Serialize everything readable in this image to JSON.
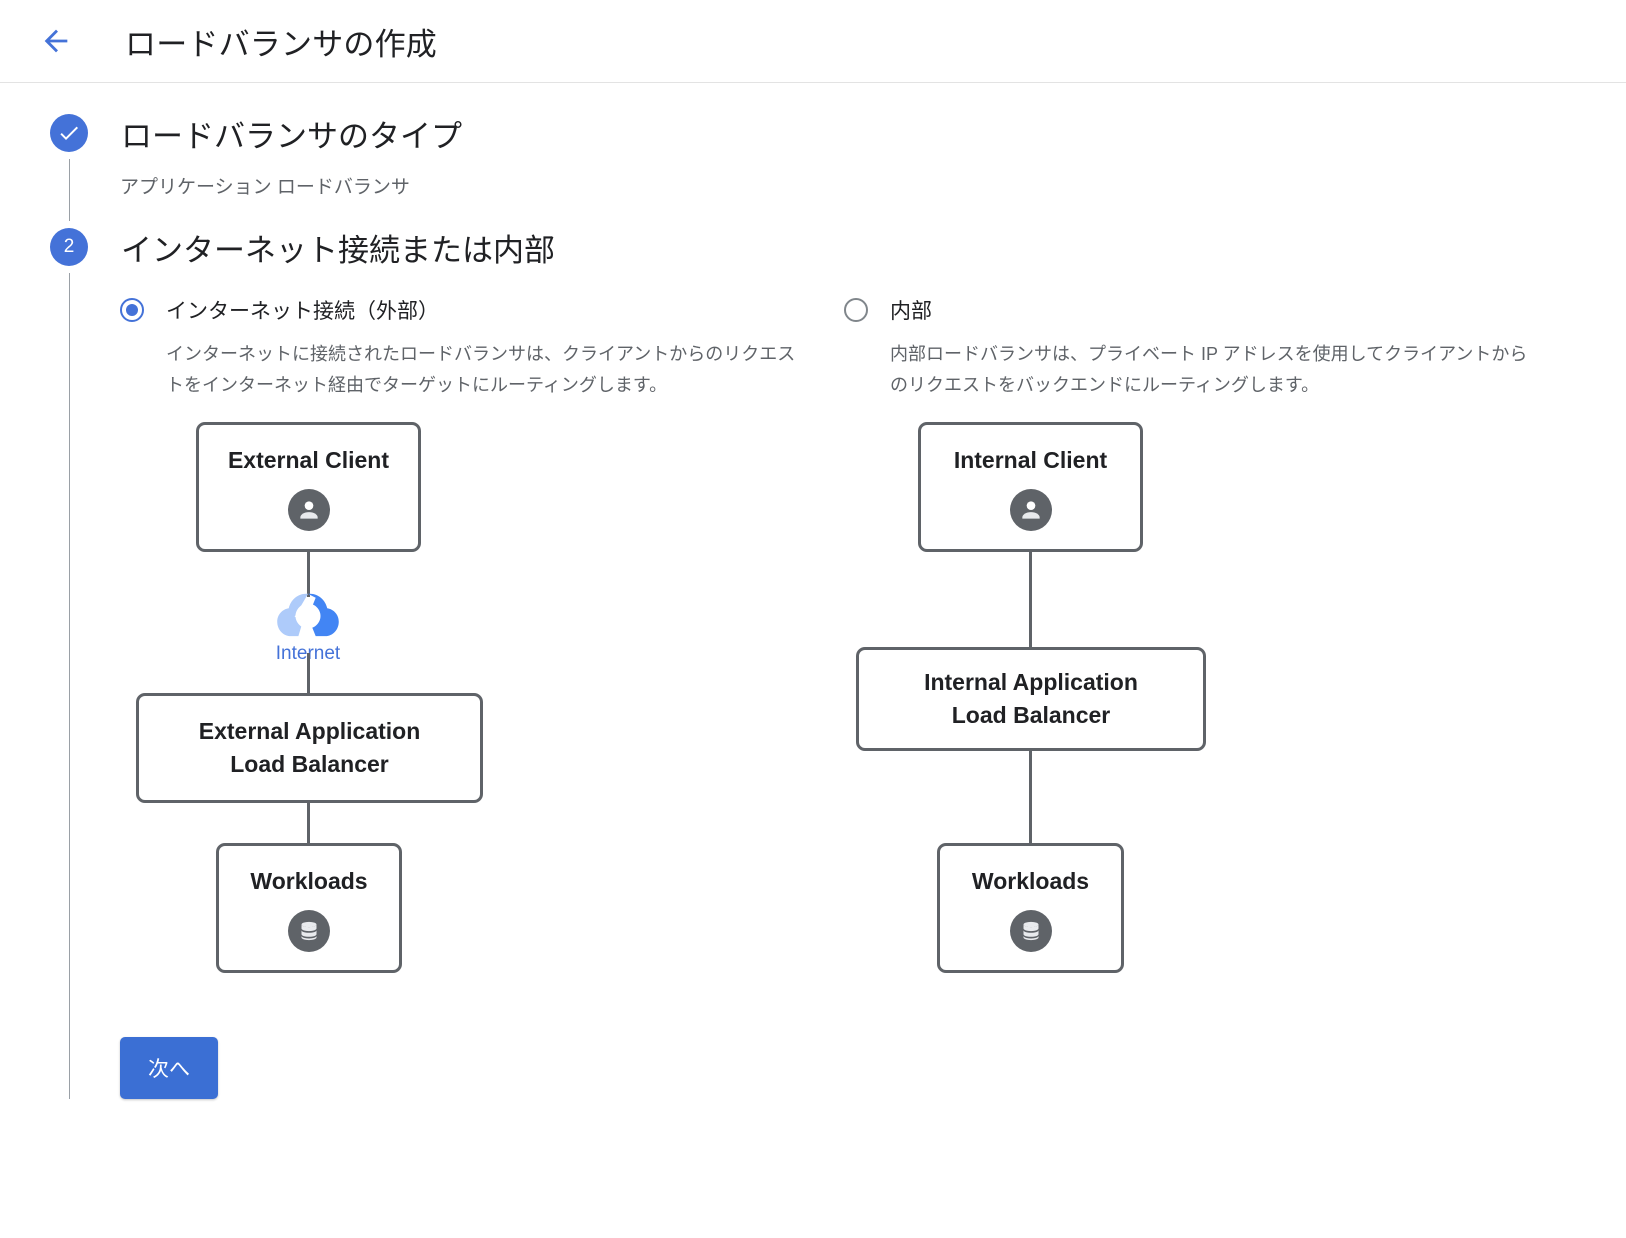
{
  "header": {
    "back_icon": "arrow-left-icon",
    "title": "ロードバランサの作成"
  },
  "steps": [
    {
      "marker": "check-icon",
      "state": "complete",
      "title": "ロードバランサのタイプ",
      "summary": "アプリケーション ロードバランサ"
    },
    {
      "marker": "2",
      "state": "active",
      "title": "インターネット接続または内部"
    }
  ],
  "options": [
    {
      "id": "external",
      "label": "インターネット接続（外部）",
      "selected": true,
      "description": "インターネットに接続されたロードバランサは、クライアントからのリクエストをインターネット経由でターゲットにルーティングします。",
      "diagram": {
        "client": {
          "label": "External Client",
          "icon": "person-icon"
        },
        "cloud": {
          "label": "Internet",
          "icon": "google-cloud-icon"
        },
        "balancer": {
          "line1": "External Application",
          "line2": "Load Balancer"
        },
        "workloads": {
          "label": "Workloads",
          "icon": "database-icon"
        }
      }
    },
    {
      "id": "internal",
      "label": "内部",
      "selected": false,
      "description": "内部ロードバランサは、プライベート IP アドレスを使用してクライアントからのリクエストをバックエンドにルーティングします。",
      "diagram": {
        "client": {
          "label": "Internal Client",
          "icon": "person-icon"
        },
        "balancer": {
          "line1": "Internal Application",
          "line2": "Load Balancer"
        },
        "workloads": {
          "label": "Workloads",
          "icon": "database-icon"
        }
      }
    }
  ],
  "actions": {
    "next_label": "次へ"
  },
  "colors": {
    "accent_blue": "#4472d8",
    "button_blue": "#3b6fd4",
    "node_border": "#5f6368",
    "muted_text": "#5f6368"
  }
}
